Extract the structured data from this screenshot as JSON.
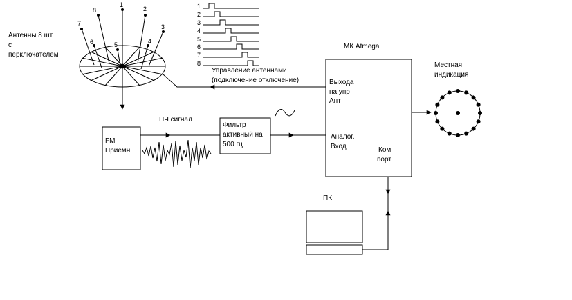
{
  "antenna_block": {
    "title_lines": [
      "Антенны 8 шт",
      "с",
      "перключателем"
    ],
    "mast_numbers": [
      "1",
      "2",
      "3",
      "4",
      "5",
      "6",
      "7",
      "8"
    ]
  },
  "switching_sequence": {
    "channel_numbers": [
      "1",
      "2",
      "3",
      "4",
      "5",
      "6",
      "7",
      "8"
    ]
  },
  "antenna_control": {
    "lines": [
      "Управление антеннами",
      "(подключение отключение)"
    ]
  },
  "mcu": {
    "title": "МК Atmega",
    "outputs_lines": [
      "Выхода",
      "на упр",
      "Ант"
    ],
    "analog_lines": [
      "Аналог.",
      "Вход"
    ],
    "com_lines": [
      "Ком",
      "порт"
    ]
  },
  "local_indication": {
    "lines": [
      "Местная",
      "индикация"
    ]
  },
  "receiver": {
    "lines": [
      "FM",
      "Приемн"
    ]
  },
  "lf_signal": {
    "label": "НЧ сигнал"
  },
  "filter": {
    "lines": [
      "Фильтр",
      "активный на",
      "500 гц"
    ]
  },
  "pc": {
    "label": "ПК"
  }
}
